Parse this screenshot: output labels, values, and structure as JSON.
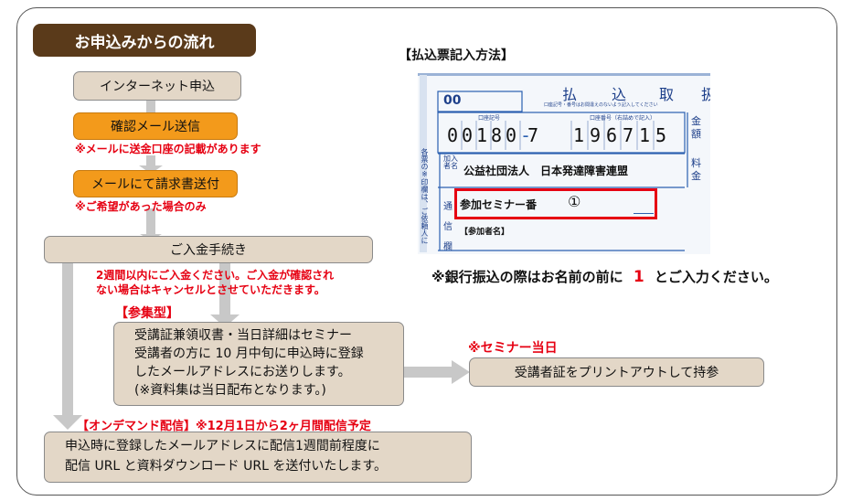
{
  "flow": {
    "title": "お申込みからの流れ",
    "step1": "インターネット申込",
    "step2": "確認メール送信",
    "step2_note": "※メールに送金口座の記載があります",
    "step3": "メールにて請求書送付",
    "step3_note": "※ご希望があった場合のみ",
    "step4": "ご入金手続き",
    "step4_note_line1": "2週間以内にご入金ください。ご入金が確認され",
    "step4_note_line2": "ない場合はキャンセルとさせていただきます。",
    "attend_tag": "【参集型】",
    "attend_line1": "受講証兼領収書・当日詳細はセミナー",
    "attend_line2": "受講者の方に 10 月中旬に申込時に登録",
    "attend_line3": "したメールアドレスにお送りします。",
    "attend_line4": "(※資料集は当日配布となります。)",
    "seminar_day_tag": "※セミナー当日",
    "seminar_day_box": "受講者証をプリントアウトして持参",
    "ondemand_tag": "【オンデマンド配信】※12月1日から2ヶ月間配信予定",
    "ondemand_line1": "申込時に登録したメールアドレスに配信1週間前程度に",
    "ondemand_line2": "配信 URL と資料ダウンロード URL を送付いたします。"
  },
  "slip": {
    "heading": "【払込票記入方法】",
    "box00": "00",
    "kanji": [
      "払",
      "込",
      "取",
      "扱"
    ],
    "tiny_caption": "口座記号・番号はお間違えのないよう記入してください",
    "code_caption": "口座記号",
    "number_caption": "口座番号（右詰めで記入）",
    "account_code_digits": [
      "0",
      "0",
      "1",
      "8",
      "0"
    ],
    "account_check": "7",
    "account_number_digits": [
      "1",
      "9",
      "6",
      "7",
      "1",
      "5"
    ],
    "amount_label": [
      "金",
      "額"
    ],
    "fee_label": [
      "料",
      "金"
    ],
    "vertical_left": "各票の※印欄は、ご依頼人において",
    "payee_label": [
      "加",
      "入",
      "者",
      "名"
    ],
    "payee_name": "公益社団法人　日本発達障害連盟",
    "comm_label": [
      "通",
      "信",
      "欄"
    ],
    "seminar_field": "参加セミナー番",
    "seminar_number": "①",
    "participant_label": "【参加者名】",
    "highlight_color": "#e60012"
  },
  "bank_note": {
    "before": "※銀行振込の際はお名前の前に",
    "number": "1",
    "after": "とご入力ください。"
  }
}
